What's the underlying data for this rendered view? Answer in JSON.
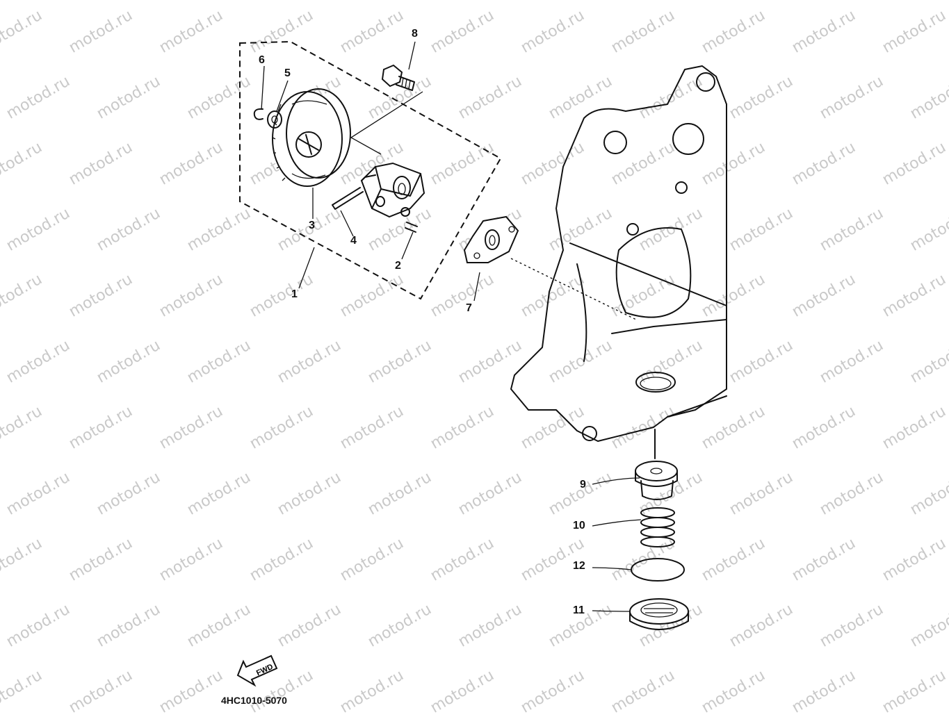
{
  "watermark": "motod.ru",
  "diagram_code": "4HC1010-5070",
  "fwd_label": "FWD",
  "callouts": [
    {
      "id": "1",
      "label": "1"
    },
    {
      "id": "2",
      "label": "2"
    },
    {
      "id": "3",
      "label": "3"
    },
    {
      "id": "4",
      "label": "4"
    },
    {
      "id": "5",
      "label": "5"
    },
    {
      "id": "6",
      "label": "6"
    },
    {
      "id": "7",
      "label": "7"
    },
    {
      "id": "8",
      "label": "8"
    },
    {
      "id": "9",
      "label": "9"
    },
    {
      "id": "10",
      "label": "10"
    },
    {
      "id": "11",
      "label": "11"
    },
    {
      "id": "12",
      "label": "12"
    }
  ]
}
